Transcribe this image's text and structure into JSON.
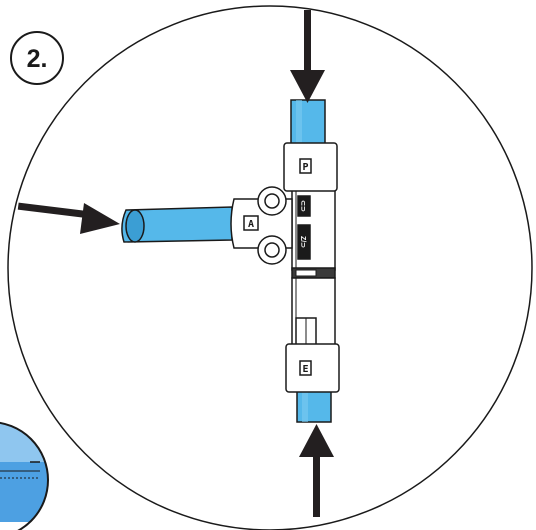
{
  "step": {
    "label": "2."
  },
  "fitting": {
    "ports": {
      "top": "P",
      "side": "A",
      "bottom": "E"
    },
    "side_marks": [
      "⊂⊃",
      "Z/⊃"
    ]
  },
  "colors": {
    "tube": "#55b8ea",
    "tube_dark": "#3b9ed4",
    "fitting": "#ffffff",
    "outline": "#1a1a1a",
    "arrow": "#231f20",
    "inset_fill": "#8fc6ef"
  },
  "icons": {
    "arrows": [
      "arrow-down-icon",
      "arrow-right-icon",
      "arrow-up-icon"
    ]
  }
}
